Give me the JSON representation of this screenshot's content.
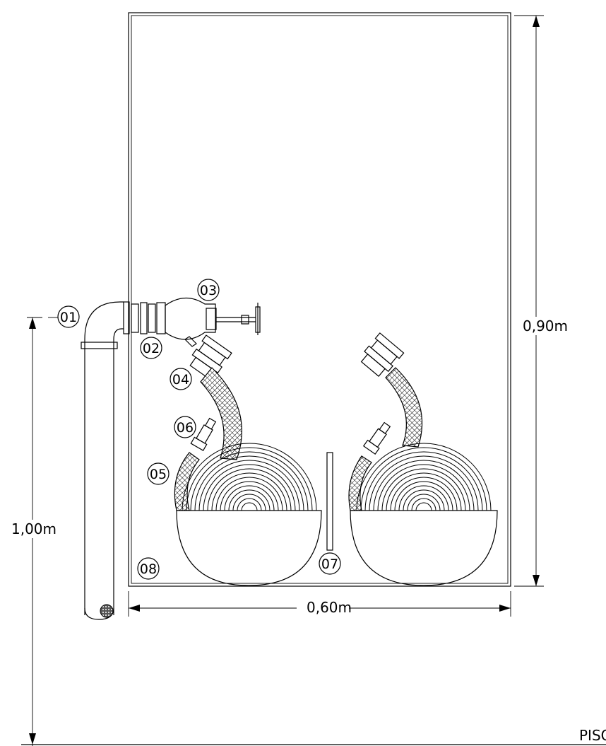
{
  "labels": {
    "l01": "01",
    "l02": "02",
    "l03": "03",
    "l04": "04",
    "l05": "05",
    "l06": "06",
    "l07": "07",
    "l08": "08"
  },
  "dimensions": {
    "height_cabinet": "0,90m",
    "height_total": "1,00m",
    "width_cabinet": "0,60m"
  },
  "floor_label": "PISO"
}
